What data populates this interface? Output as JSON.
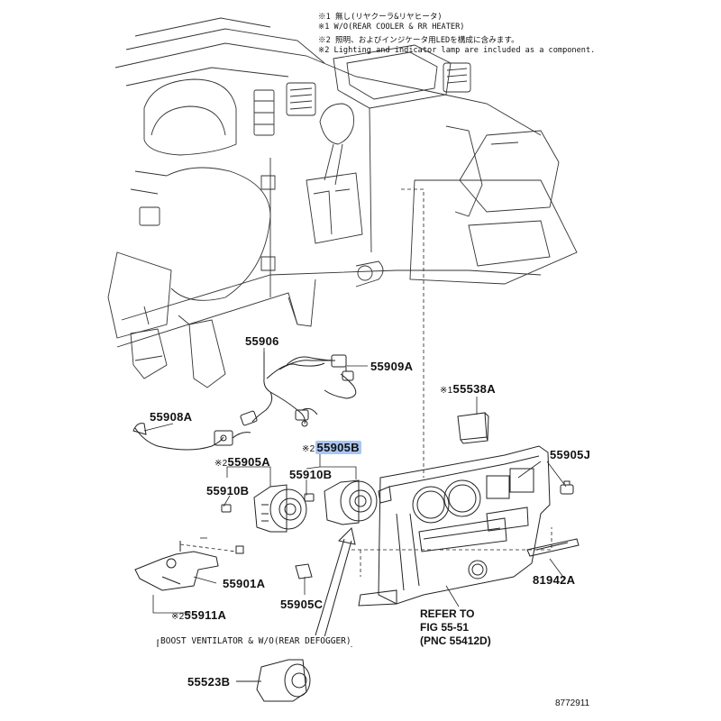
{
  "notes": [
    "※1 無し(リヤクーラ&リヤヒータ)",
    "※1 W/O(REAR COOLER & RR HEATER)",
    "※2 照明、およびインジケータ用LEDを構成に含みます。",
    "※2 Lighting and indicator lamp are included as a component."
  ],
  "parts": {
    "p55906": "55906",
    "p55909A": "55909A",
    "p55908A": "55908A",
    "p55538A_mark": "※1",
    "p55538A": "55538A",
    "p55905B_mark": "※2",
    "p55905B": "55905B",
    "p55905A_mark": "※2",
    "p55905A": "55905A",
    "p55910B_left": "55910B",
    "p55910B_right": "55910B",
    "p55905J": "55905J",
    "p55901A": "55901A",
    "p55911A_mark": "※2",
    "p55911A": "55911A",
    "p55905C": "55905C",
    "p81942A": "81942A",
    "p55523B": "55523B"
  },
  "reference": {
    "line1": "REFER TO",
    "line2": "FIG 55-51",
    "line3": "(PNC 55412D)"
  },
  "boost_label": "BOOST VENTILATOR & W/O(REAR DEFOGGER)",
  "figure_id": "8772911",
  "colors": {
    "line": "#222222",
    "highlight": "#a9c6f2"
  }
}
